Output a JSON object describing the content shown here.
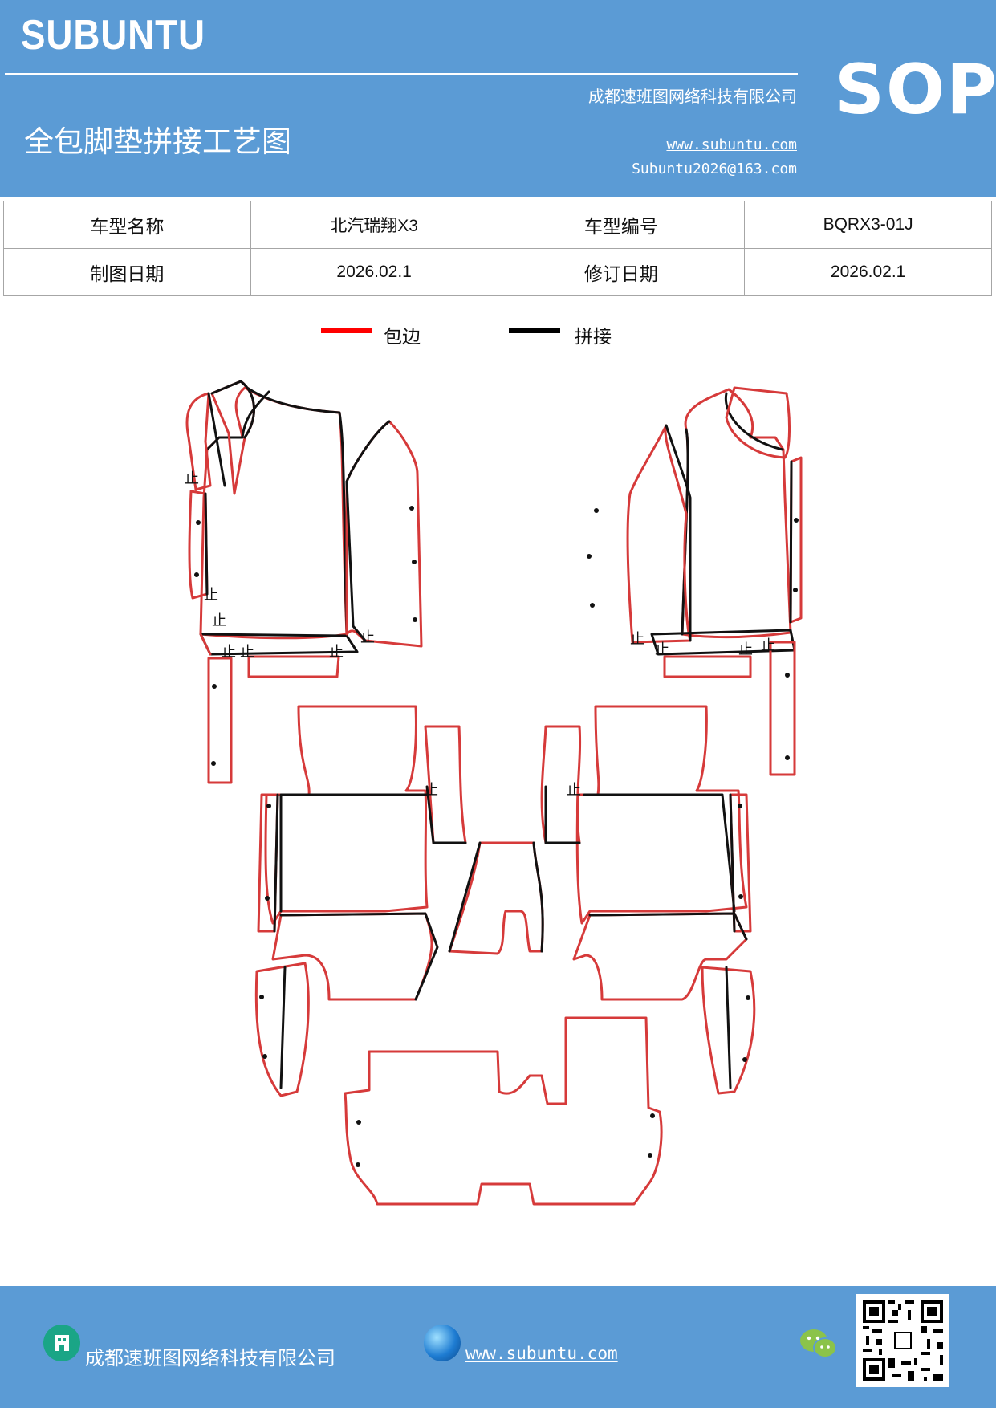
{
  "header": {
    "brand": "SUBUNTU",
    "badge": "SOP",
    "company": "成都速班图网络科技有限公司",
    "title": "全包脚垫拼接工艺图",
    "website": "www.subuntu.com",
    "email": "Subuntu2026@163.com"
  },
  "info_table": {
    "rows": [
      {
        "label1": "车型名称",
        "value1": "北汽瑞翔X3",
        "label2": "车型编号",
        "value2": "BQRX3-01J"
      },
      {
        "label1": "制图日期",
        "value1": "2026.02.1",
        "label2": "修订日期",
        "value2": "2026.02.1"
      }
    ]
  },
  "legend": {
    "items": [
      {
        "label": "包边",
        "color": "#ff0000"
      },
      {
        "label": "拼接",
        "color": "#000000"
      }
    ]
  },
  "drawing": {
    "stroke_colors": {
      "edging": "#d63a3a",
      "seam": "#111111"
    },
    "seam_marker": "止"
  },
  "footer": {
    "company": "成都速班图网络科技有限公司",
    "website": "www.subuntu.com",
    "icons": [
      "building-icon",
      "globe-icon",
      "wechat-icon",
      "qr-code"
    ]
  }
}
